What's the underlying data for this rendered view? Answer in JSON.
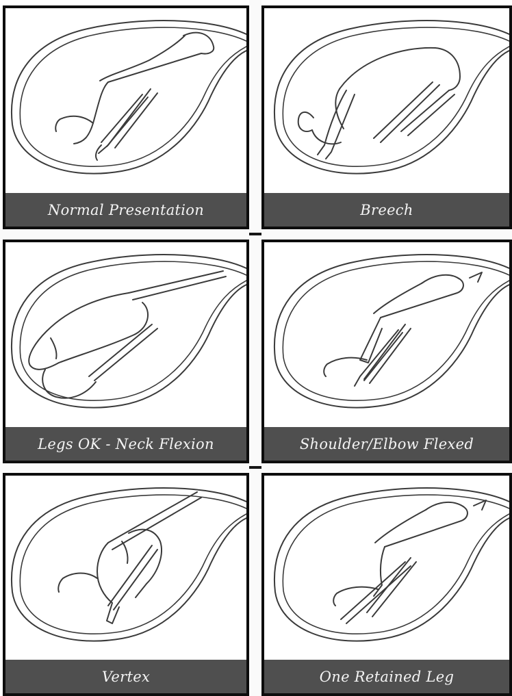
{
  "panels": [
    {
      "caption": "Normal Presentation",
      "drawing": "normal-presentation"
    },
    {
      "caption": "Breech",
      "drawing": "breech"
    },
    {
      "caption": "Legs OK - Neck Flexion",
      "drawing": "neck-flexion"
    },
    {
      "caption": "Shoulder/Elbow Flexed",
      "drawing": "shoulder-elbow-flexed"
    },
    {
      "caption": "Vertex",
      "drawing": "vertex"
    },
    {
      "caption": "One Retained Leg",
      "drawing": "one-retained-leg"
    }
  ],
  "colors": {
    "caption_bg": "#4f4f4f",
    "caption_text": "#f4f4f4",
    "line": "#3a3a3a",
    "border": "#0d0d0d"
  }
}
